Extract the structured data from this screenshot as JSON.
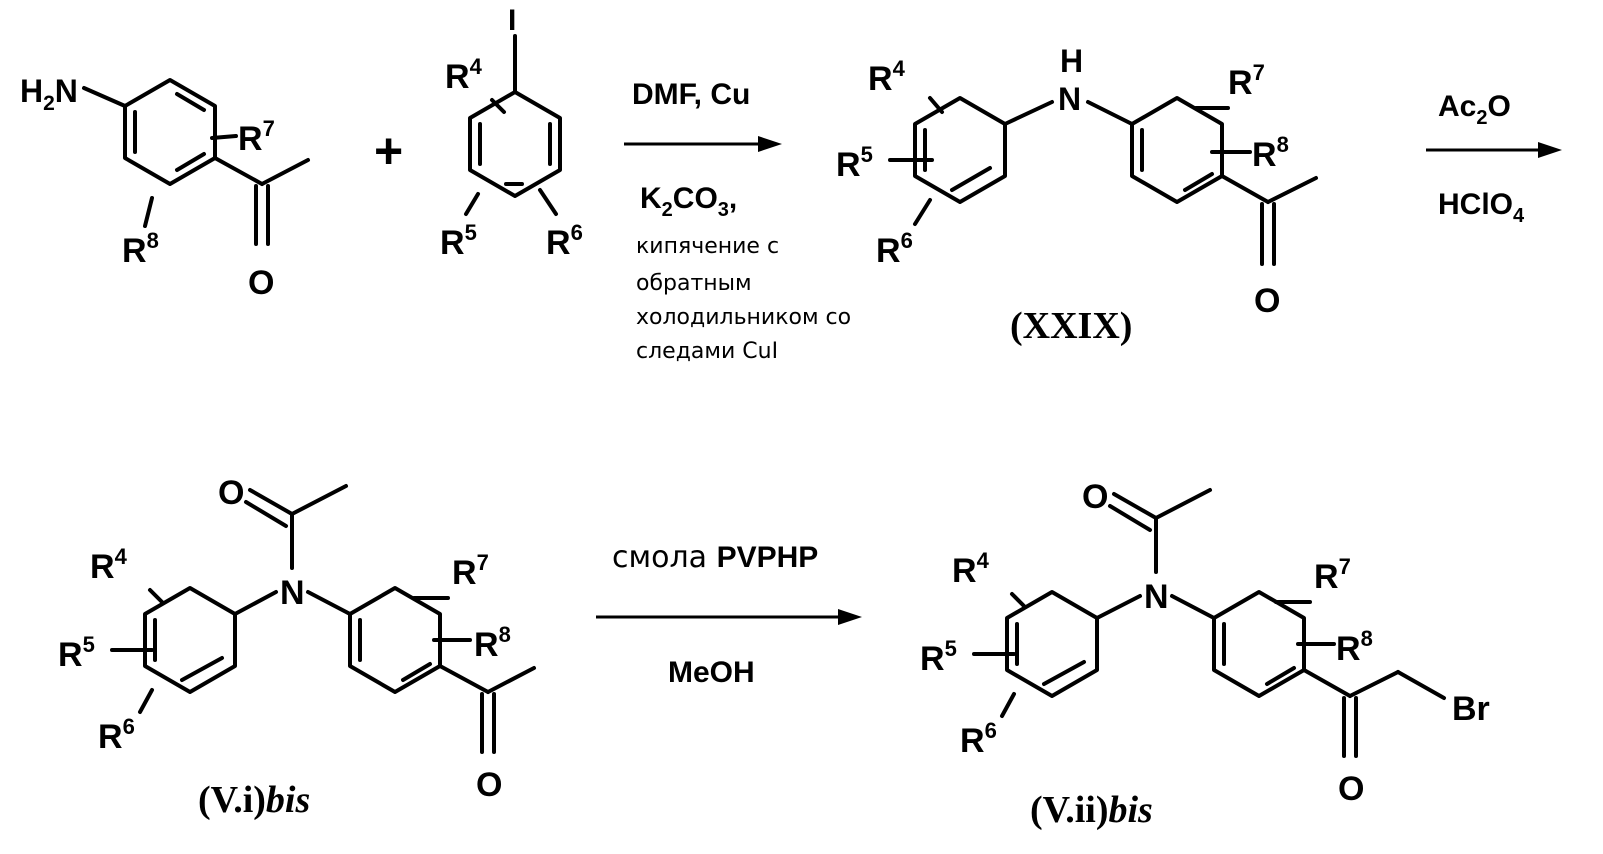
{
  "reaction_1": {
    "reagents_top": "DMF, Cu",
    "reagents_bottom": {
      "k": "K",
      "k_sub": "2",
      "co": "CO",
      "co_sub": "3",
      "tail": ","
    },
    "conditions_lines": [
      "кипячение с",
      "обратным",
      "холодильником со",
      "следами CuI"
    ]
  },
  "reaction_2": {
    "reagents_top": {
      "ac": "Ac",
      "ac_sub": "2",
      "o": "O"
    },
    "reagents_bottom": {
      "hclo": "HClO",
      "sub": "4"
    }
  },
  "reaction_3": {
    "reagents_top_normal": "смола ",
    "reagents_top_bold": "PVPHP",
    "reagents_bottom": "MeOH"
  },
  "plus_sign": "+",
  "compounds": {
    "aniline": {
      "amine": {
        "h": "H",
        "sub": "2",
        "n": "N"
      },
      "oxygen": "O",
      "r7": {
        "r": "R",
        "sup": "7"
      },
      "r8": {
        "r": "R",
        "sup": "8"
      }
    },
    "iodoarene": {
      "iodine": "I",
      "r4": {
        "r": "R",
        "sup": "4"
      },
      "r5": {
        "r": "R",
        "sup": "5"
      },
      "r6": {
        "r": "R",
        "sup": "6"
      }
    },
    "xxix": {
      "label": "(XXIX)",
      "nh_h": "H",
      "nh_n": "N",
      "oxygen": "O",
      "r4": {
        "r": "R",
        "sup": "4"
      },
      "r5": {
        "r": "R",
        "sup": "5"
      },
      "r6": {
        "r": "R",
        "sup": "6"
      },
      "r7": {
        "r": "R",
        "sup": "7"
      },
      "r8": {
        "r": "R",
        "sup": "8"
      }
    },
    "v_i_bis": {
      "label_main": "(V.i)",
      "label_italic": "bis",
      "n": "N",
      "acetyl_o": "O",
      "ketone_o": "O",
      "r4": {
        "r": "R",
        "sup": "4"
      },
      "r5": {
        "r": "R",
        "sup": "5"
      },
      "r6": {
        "r": "R",
        "sup": "6"
      },
      "r7": {
        "r": "R",
        "sup": "7"
      },
      "r8": {
        "r": "R",
        "sup": "8"
      }
    },
    "v_ii_bis": {
      "label_main": "(V.ii)",
      "label_italic": "bis",
      "n": "N",
      "acetyl_o": "O",
      "ketone_o": "O",
      "bromine": "Br",
      "r4": {
        "r": "R",
        "sup": "4"
      },
      "r5": {
        "r": "R",
        "sup": "5"
      },
      "r6": {
        "r": "R",
        "sup": "6"
      },
      "r7": {
        "r": "R",
        "sup": "7"
      },
      "r8": {
        "r": "R",
        "sup": "8"
      }
    }
  }
}
